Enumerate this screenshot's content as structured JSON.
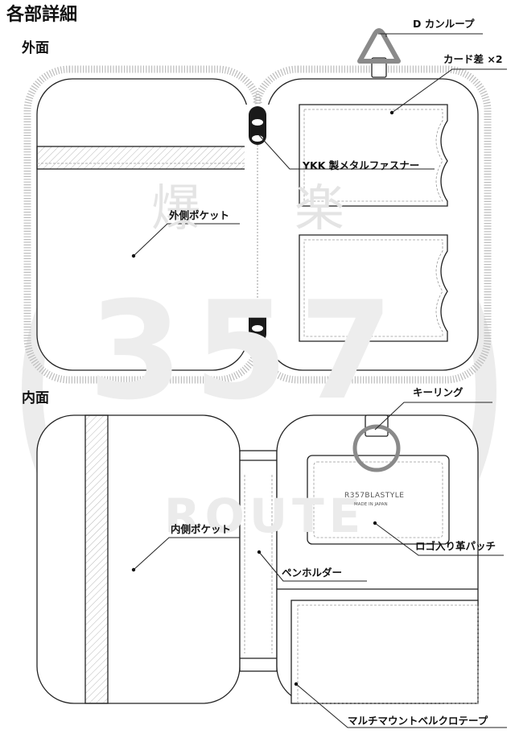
{
  "page_title": "各部詳細",
  "sections": {
    "exterior": "外面",
    "interior": "内面"
  },
  "watermark": {
    "kanji_left": "爆",
    "kanji_right": "楽",
    "number": "357",
    "route": "ROUTE"
  },
  "labels": {
    "d_ring": "D カンループ",
    "card_slots": "カード差 ×2",
    "zipper": "YKK 製メタルファスナー",
    "outer_pocket": "外側ポケット",
    "key_ring": "キーリング",
    "inner_pocket": "内側ポケット",
    "leather_patch": "ロゴ入り革パッチ",
    "pen_holder": "ペンホルダー",
    "velcro": "マルチマウントベルクロテープ"
  },
  "patch": {
    "brand": "R357BLASTYLE",
    "made_in": "MADE IN JAPAN"
  },
  "colors": {
    "line": "#222222",
    "metal": "#8a8a8a",
    "zipper": "#1a1a1a",
    "watermark": "#e8e8e8"
  }
}
